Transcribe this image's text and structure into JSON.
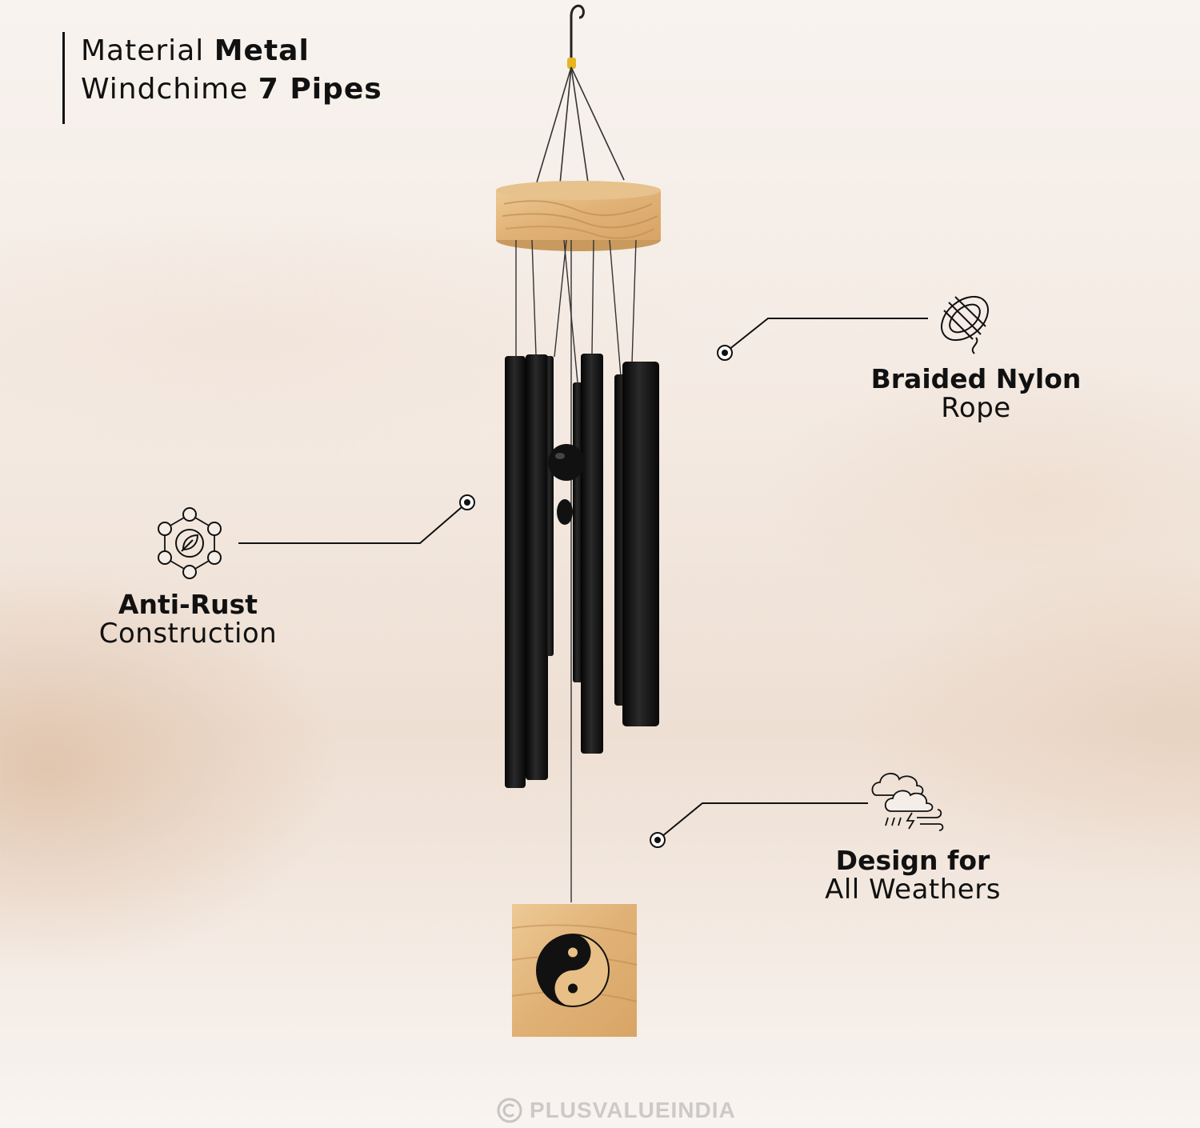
{
  "title": {
    "line1_light": "Material ",
    "line1_bold": "Metal",
    "line2_light": "Windchime ",
    "line2_bold": "7 Pipes"
  },
  "features": {
    "rope": {
      "bold": "Braided Nylon",
      "light": "Rope",
      "icon": "rope-coil-icon"
    },
    "rust": {
      "bold": "Anti-Rust",
      "light": "Construction",
      "icon": "leaf-molecule-icon"
    },
    "weather": {
      "bold": "Design for",
      "light": "All Weathers",
      "icon": "storm-cloud-icon"
    }
  },
  "watermark": {
    "text": "PLUSVALUEINDIA",
    "icon": "copyright-icon"
  },
  "colors": {
    "wood": "#e2b97e",
    "pipe": "#141414",
    "text": "#111111"
  }
}
